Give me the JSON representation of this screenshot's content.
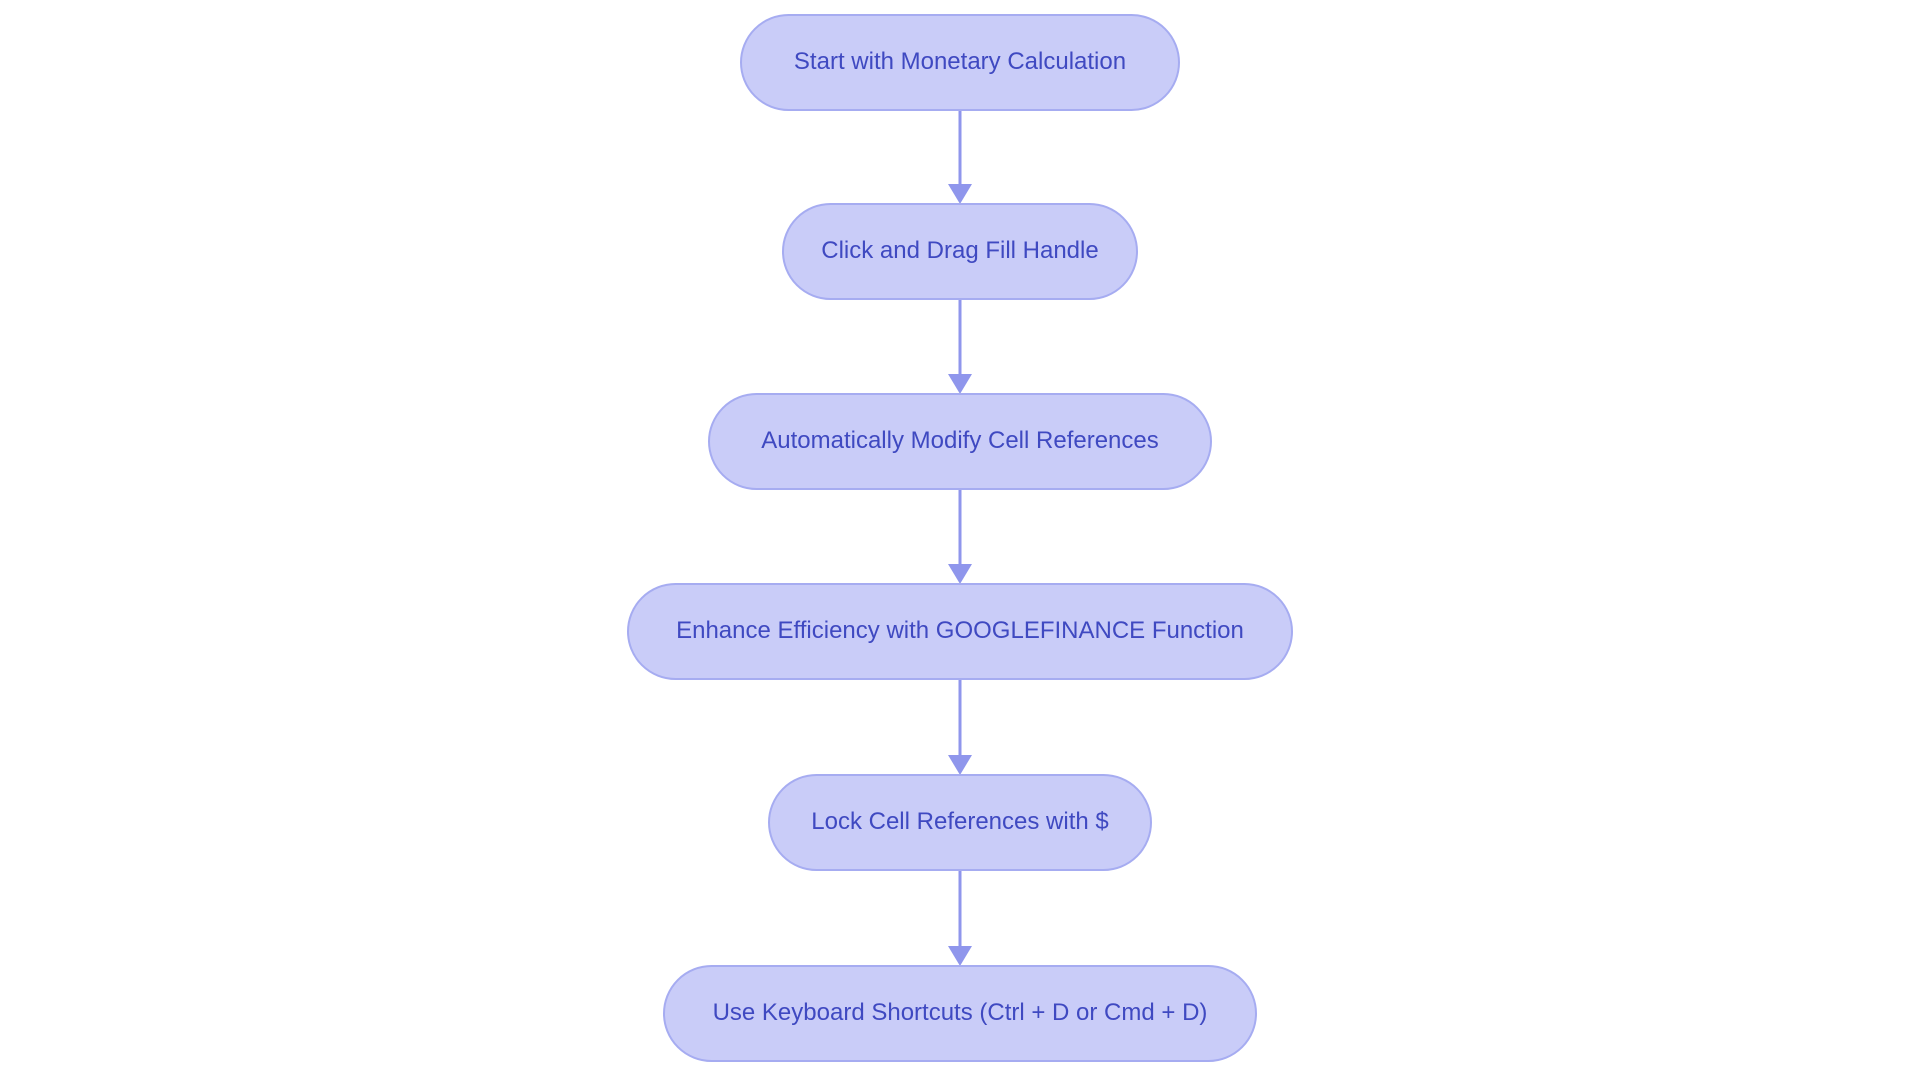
{
  "diagram": {
    "type": "flowchart",
    "direction": "top-to-bottom",
    "nodes": [
      {
        "id": 1,
        "label": "Start with Monetary Calculation"
      },
      {
        "id": 2,
        "label": "Click and Drag Fill Handle"
      },
      {
        "id": 3,
        "label": "Automatically Modify Cell References"
      },
      {
        "id": 4,
        "label": "Enhance Efficiency with GOOGLEFINANCE Function"
      },
      {
        "id": 5,
        "label": "Lock Cell References with $"
      },
      {
        "id": 6,
        "label": "Use Keyboard Shortcuts (Ctrl + D or Cmd + D)"
      }
    ],
    "edges": [
      {
        "from": 1,
        "to": 2
      },
      {
        "from": 2,
        "to": 3
      },
      {
        "from": 3,
        "to": 4
      },
      {
        "from": 4,
        "to": 5
      },
      {
        "from": 5,
        "to": 6
      }
    ],
    "colors": {
      "background": "#ffffff",
      "node_fill": "#c9ccf8",
      "node_border": "#a6acf1",
      "node_text": "#3f49c1",
      "arrow": "#8f96ec"
    }
  }
}
